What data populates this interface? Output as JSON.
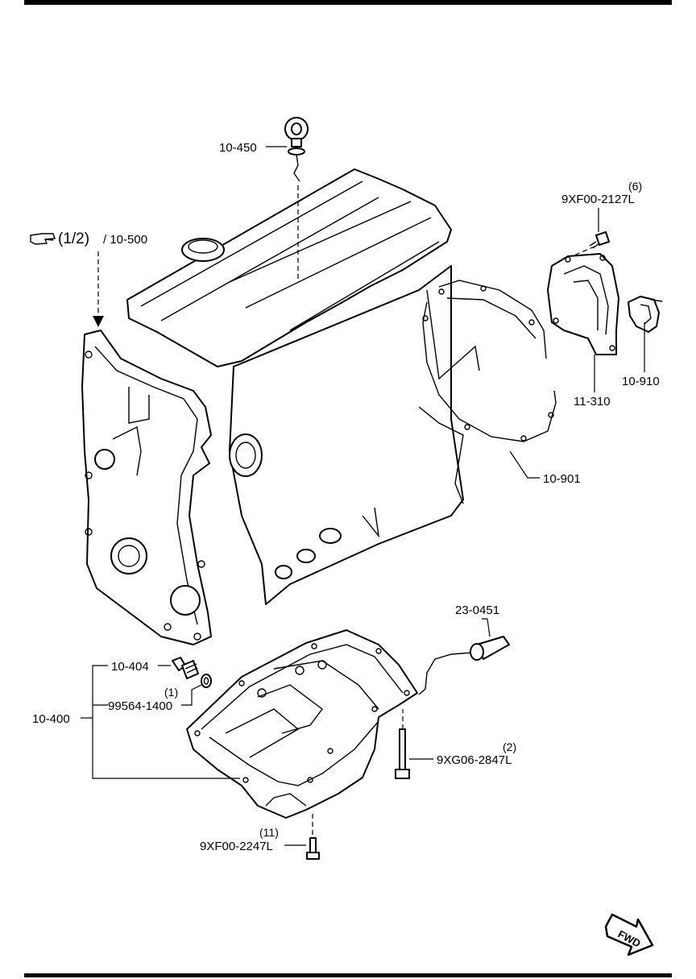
{
  "labels": {
    "dipstick": "10-450",
    "ref_page": "(1/2)",
    "ref_section": "/ 10-500",
    "rear_bolt_qty": "(6)",
    "rear_bolt": "9XF00-2127L",
    "seal": "10-910",
    "rear_cover": "11-310",
    "gasket": "10-901",
    "sensor": "23-0451",
    "drain_plug": "10-404",
    "washer_qty": "(1)",
    "washer": "99564-1400",
    "oil_pan": "10-400",
    "pan_bolt_long_qty": "(2)",
    "pan_bolt_long": "9XG06-2847L",
    "pan_bolt_qty": "(11)",
    "pan_bolt": "9XF00-2247L",
    "fwd": "FWD"
  },
  "icons": {
    "reference": "pointing-hand-icon",
    "direction": "fwd-arrow-icon"
  }
}
